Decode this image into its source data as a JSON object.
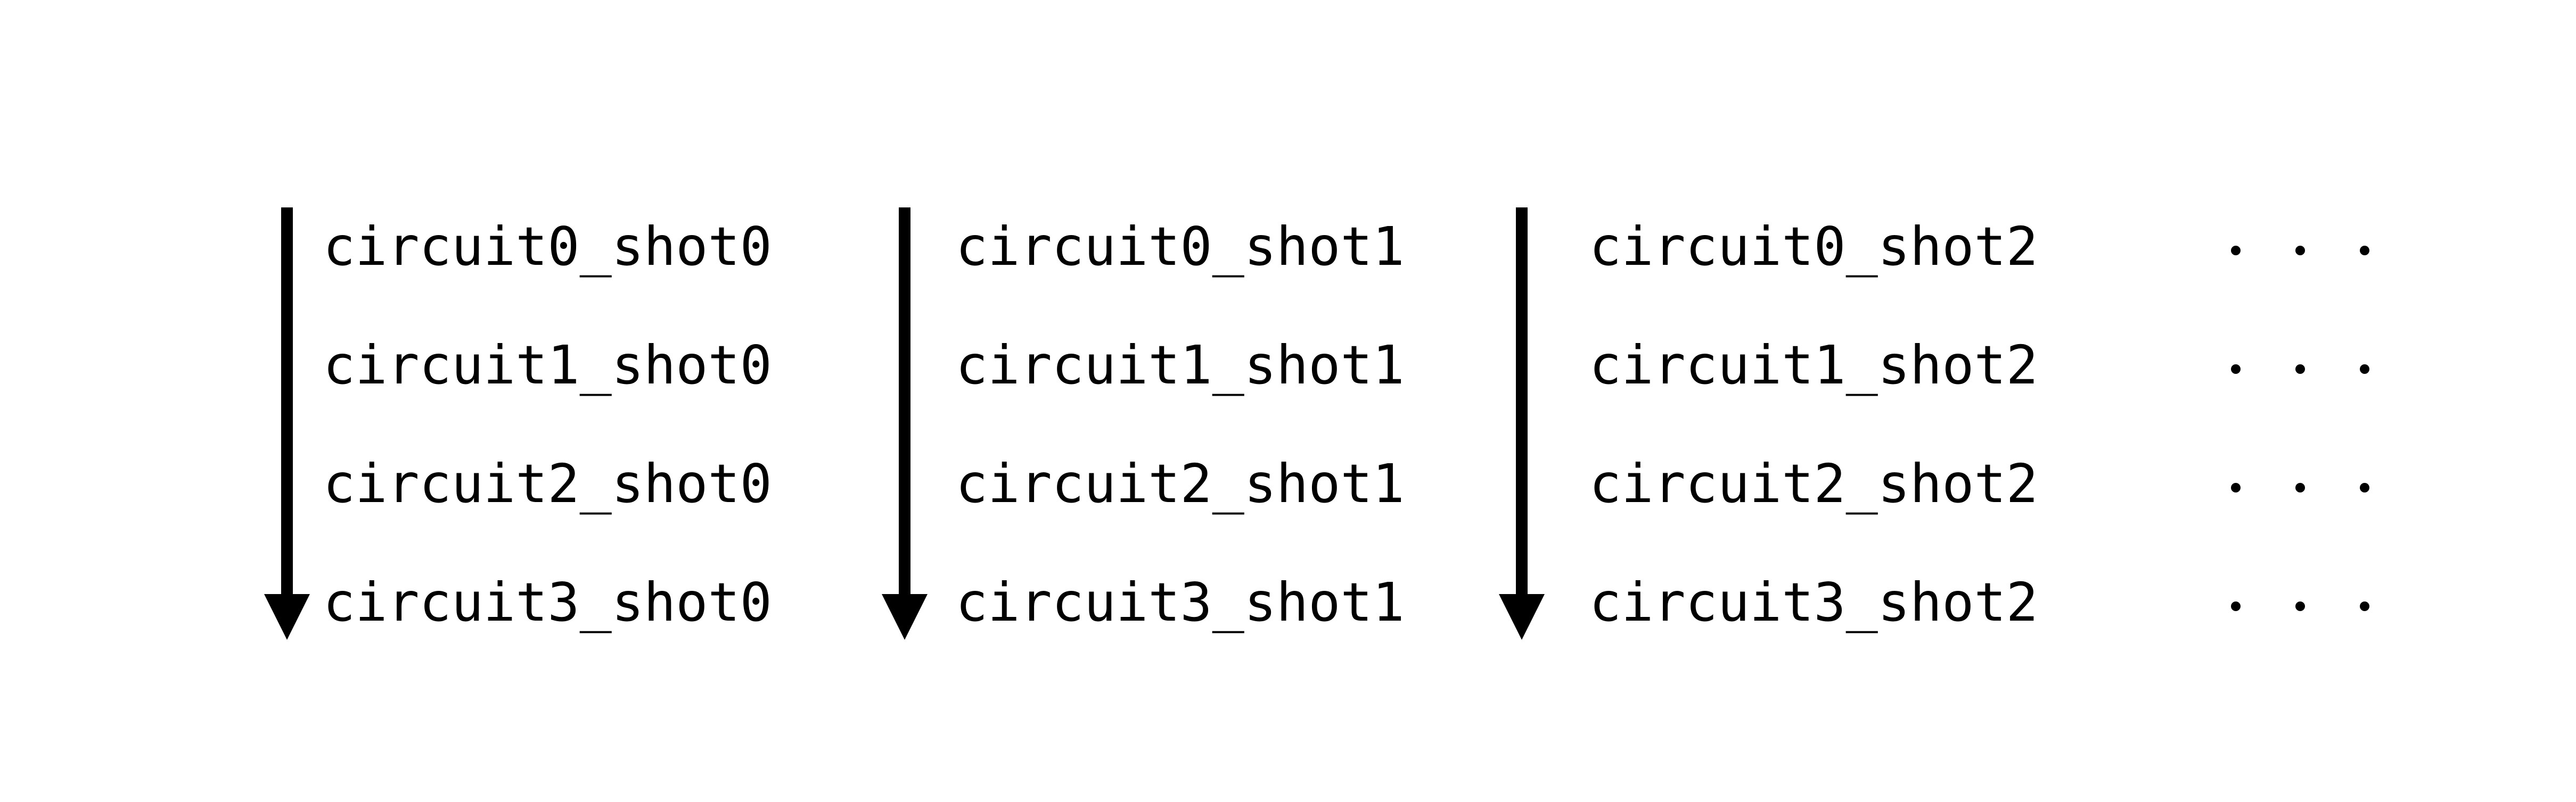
{
  "diagram": {
    "title": "circuit-shot execution order diagram",
    "colors": {
      "foreground": "#000000",
      "background": "#ffffff"
    },
    "icons": {
      "down_arrow": "↓",
      "ellipsis_dot": "•"
    },
    "columns": [
      {
        "shot": "shot0",
        "labels": [
          "circuit0_shot0",
          "circuit1_shot0",
          "circuit2_shot0",
          "circuit3_shot0"
        ]
      },
      {
        "shot": "shot1",
        "labels": [
          "circuit0_shot1",
          "circuit1_shot1",
          "circuit2_shot1",
          "circuit3_shot1"
        ]
      },
      {
        "shot": "shot2",
        "labels": [
          "circuit0_shot2",
          "circuit1_shot2",
          "circuit2_shot2",
          "circuit3_shot2"
        ]
      }
    ],
    "ellipsis": {
      "rows": 4,
      "dots_per_row": 3
    }
  }
}
